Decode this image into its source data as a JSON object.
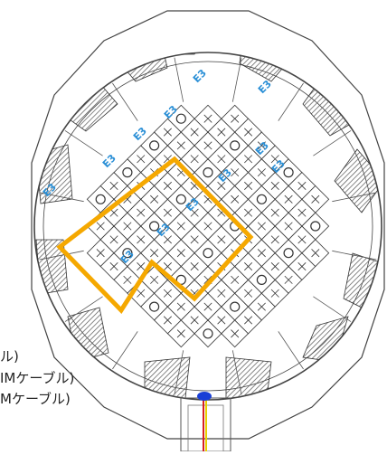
{
  "diagram": {
    "legend": [
      {
        "text": "ル)"
      },
      {
        "text": "IMケーブル)"
      },
      {
        "text": "Mケーブル)"
      }
    ],
    "cell_markers": [
      "+",
      "○",
      "□"
    ],
    "blue_labels": [
      "E3",
      "E3",
      "E3",
      "E3",
      "E3",
      "E3",
      "E3",
      "E3",
      "E3",
      "E3",
      "E3",
      "E3"
    ],
    "colors": {
      "grid": "#333333",
      "highlight": "#f5a800",
      "blue_label": "#2a8fd6",
      "hatch": "#555555",
      "cable_red": "#d62020",
      "cable_yellow": "#e8d000",
      "cable_blue": "#1a3fd6"
    }
  }
}
